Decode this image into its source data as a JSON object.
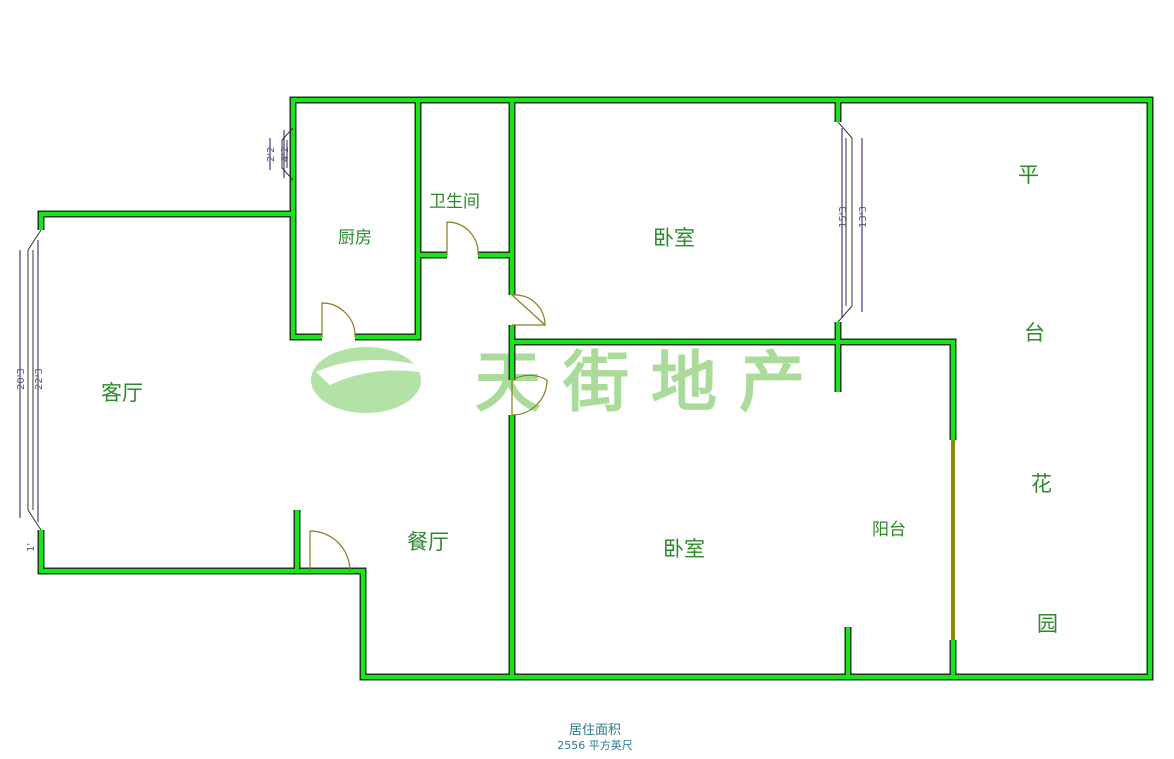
{
  "rooms": {
    "kitchen": "厨房",
    "bathroom": "卫生间",
    "bedroom_top": "卧室",
    "terrace_1": "平",
    "terrace_2": "台",
    "terrace_3": "花",
    "terrace_4": "园",
    "living": "客厅",
    "dining": "餐厅",
    "bedroom_bottom": "卧室",
    "balcony": "阳台"
  },
  "dimensions": {
    "living_inner": "20'3",
    "living_outer": "22'3",
    "kitchen_inner": "2'2",
    "kitchen_outer": "4'2",
    "bedroom_outer": "15'3",
    "bedroom_inner": "13'3",
    "offset": "1'"
  },
  "watermark": "天街地产",
  "footer": {
    "label": "居住面积",
    "area": "2556 平方英尺"
  },
  "colors": {
    "wall": "#19e619",
    "watermark": "#8fd07a",
    "door": "#8a7a20"
  }
}
